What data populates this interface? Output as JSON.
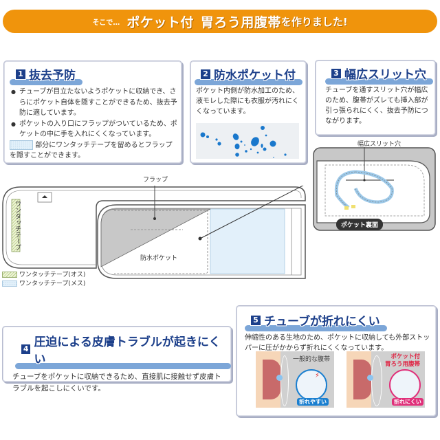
{
  "banner": {
    "prefix": "そこで…",
    "title_part1": "ポケット付",
    "title_part2": "胃ろう用腹帯",
    "suffix": "を作りました!",
    "color": "#f0940c"
  },
  "features": [
    {
      "number": "1",
      "title": "抜去予防",
      "bullets": [
        "チューブが目立たないようポケットに収納でき、さらにポケット自体を隠すことができるため、抜去予防に適しています。",
        "ポケットの入り口にフラップがついているため、ポケットの中に手を入れにくくなっています。"
      ],
      "note": "部分にワンタッチテープを留めるとフラップを隠すことができます。"
    },
    {
      "number": "2",
      "title": "防水ポケット付",
      "text": "ポケット内側が防水加工のため、液モレした際にも衣服が汚れにくくなっています。",
      "image": "water-droplets-on-fabric"
    },
    {
      "number": "3",
      "title": "幅広スリット穴",
      "text": "チューブを通すスリット穴が幅広のため、腹帯がズレても挿入部が引っ張られにくく、抜去予防につながります。"
    },
    {
      "number": "4",
      "title": "圧迫による皮膚トラブルが起きにくい",
      "text": "チューブをポケットに収納できるため、直接肌に接触せず皮膚トラブルを起こしにくいです。"
    },
    {
      "number": "5",
      "title": "チューブが折れにくい",
      "text": "伸縮性のある生地のため、ポケットに収納しても外部ストッパーに圧がかからず折れにくくなっています。",
      "comparison": [
        {
          "label": "一般的な腹帯",
          "badge": "折れやすい",
          "badge_color": "#1a7fd0"
        },
        {
          "label": "ポケット付\n胃ろう用腹帯",
          "badge": "折れにくい",
          "badge_color": "#e0307a"
        }
      ]
    }
  ],
  "diagram": {
    "flap_label": "フラップ",
    "pocket_label": "防水ポケット",
    "vertical_tape_label": "ワンタッチテープ",
    "slit_label": "幅広スリット穴",
    "pocket_back_label": "ポケット裏面",
    "legend": [
      {
        "swatch": "hatch-green",
        "label": "ワンタッチテープ(オス)"
      },
      {
        "swatch": "dots-blue",
        "label": "ワンタッチテープ(メス)"
      }
    ]
  }
}
